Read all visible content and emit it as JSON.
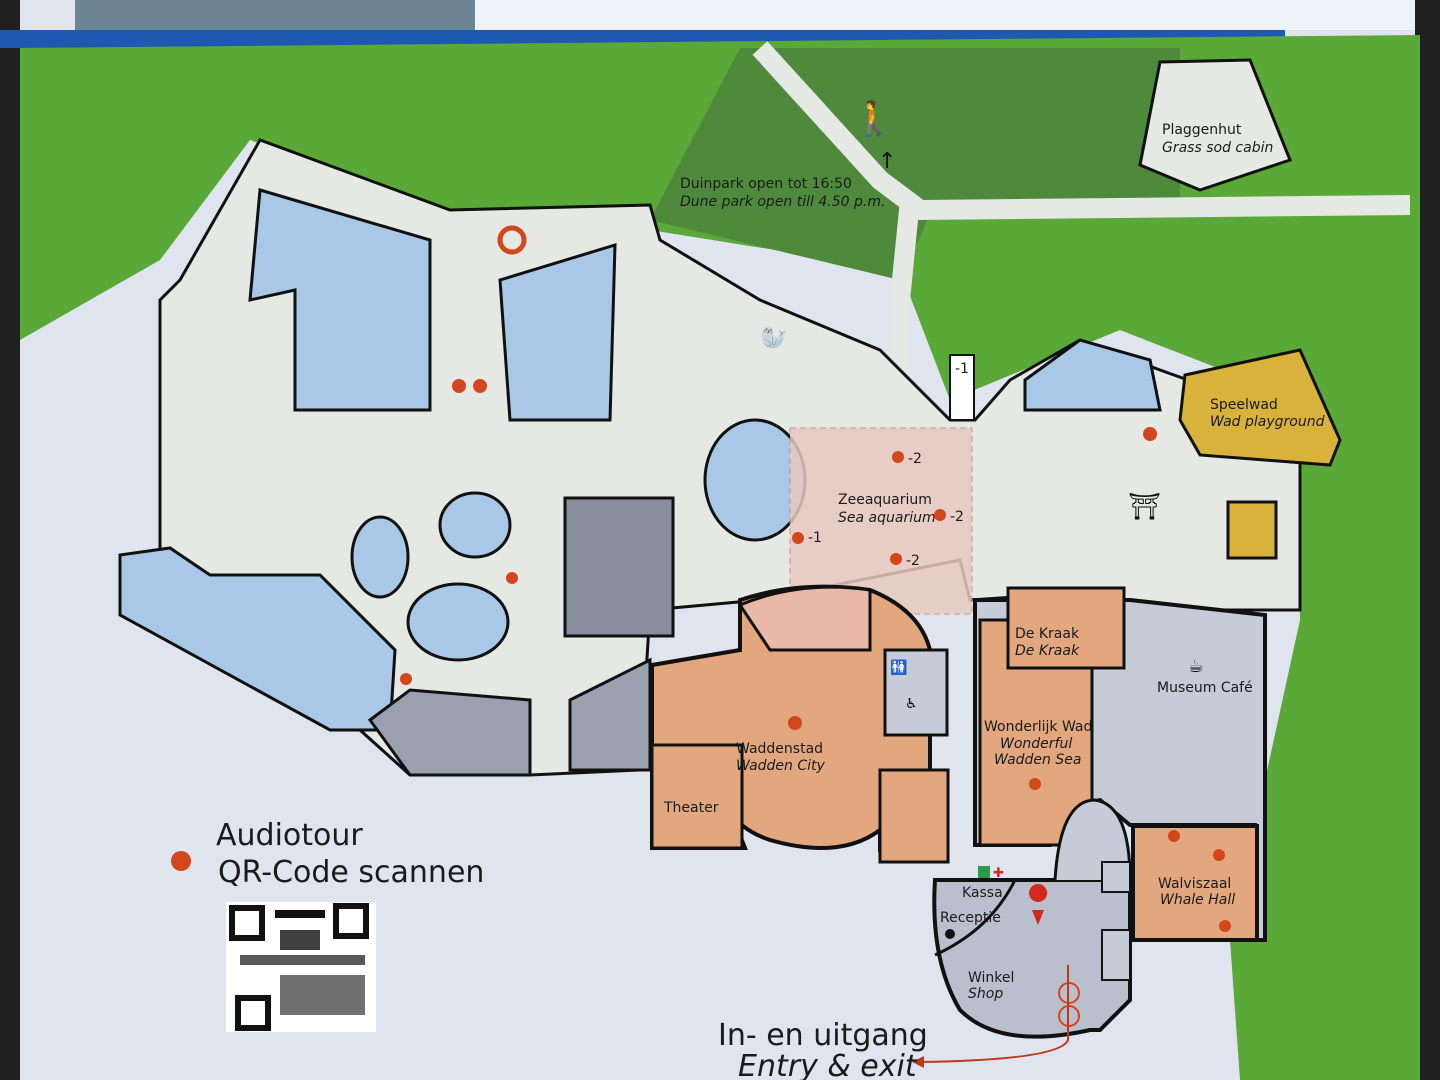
{
  "map": {
    "outdoor": {
      "dune_park_nl": "Duinpark open tot 16:50",
      "dune_park_en": "Dune park open till 4.50 p.m.",
      "plaggenhut_nl": "Plaggenhut",
      "plaggenhut_en": "Grass sod cabin",
      "speelwad_nl": "Speelwad",
      "speelwad_en": "Wad playground"
    },
    "rooms": {
      "zeeaquarium_nl": "Zeeaquarium",
      "zeeaquarium_en": "Sea aquarium",
      "level_labels": [
        "-2",
        "-2",
        "-2",
        "-1",
        "-1"
      ],
      "de_kraak_nl": "De Kraak",
      "de_kraak_en": "De Kraak",
      "museum_cafe": "Museum Café",
      "wonderlijk_wad_nl": "Wonderlijk Wad",
      "wonderlijk_wad_en_1": "Wonderful",
      "wonderlijk_wad_en_2": "Wadden Sea",
      "waddenstad_nl": "Waddenstad",
      "waddenstad_en": "Wadden City",
      "theater": "Theater",
      "kassa": "Kassa",
      "receptie": "Receptie",
      "winkel_nl": "Winkel",
      "winkel_en": "Shop",
      "walviszaal_nl": "Walviszaal",
      "walviszaal_en": "Whale Hall"
    },
    "audiotour": {
      "line1": "Audiotour",
      "line2": "QR-Code scannen"
    },
    "entrance": {
      "nl": "In- en uitgang",
      "en": "Entry & exit"
    },
    "colors": {
      "grass": "#5aa838",
      "dune": "#4f8a3c",
      "path": "#e6e8e4",
      "water": "#a9c8e8",
      "exhibit_orange": "#e2a77e",
      "exhibit_pink": "#e8b8a8",
      "building_grey": "#c6cbd8",
      "audio_dot": "#d4471e",
      "playground": "#d8b23a"
    }
  }
}
